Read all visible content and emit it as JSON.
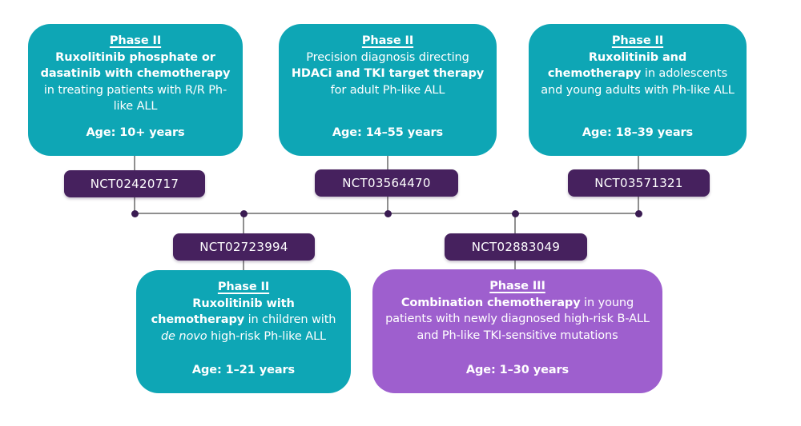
{
  "diagram": {
    "colors": {
      "teal": "#0ea6b5",
      "purple": "#9e5fce",
      "badge": "#46215e",
      "line": "#8f8f8f",
      "dot": "#3a1b52",
      "boxtext": "#ffffff",
      "bg": "#ffffff"
    },
    "trials": [
      {
        "phase": "Phase II",
        "body": [
          {
            "text": "Ruxolitinib phosphate or dasatinib with chemotherapy",
            "style": "bold"
          },
          {
            "text": " in treating patients with R/R Ph-like ALL",
            "style": "regular"
          }
        ],
        "age": "Age: 10+ years",
        "nct": "NCT02420717",
        "color": "teal"
      },
      {
        "phase": "Phase II",
        "body": [
          {
            "text": "Precision diagnosis directing ",
            "style": "regular"
          },
          {
            "text": "HDACi and TKI target therapy",
            "style": "bold"
          },
          {
            "text": " for adult Ph-like ALL",
            "style": "regular"
          }
        ],
        "age": "Age: 14–55 years",
        "nct": "NCT03564470",
        "color": "teal"
      },
      {
        "phase": "Phase II",
        "body": [
          {
            "text": "Ruxolitinib and",
            "style": "bold"
          },
          {
            "text": "chemotherapy",
            "style": "bold"
          },
          {
            "text": " in adolescents and young adults with Ph-like ALL",
            "style": "regular"
          }
        ],
        "age": "Age: 18–39 years",
        "nct": "NCT03571321",
        "color": "teal"
      },
      {
        "phase": "Phase II",
        "body": [
          {
            "text": "Ruxolitinib with",
            "style": "bold"
          },
          {
            "text": "chemotherapy",
            "style": "bold"
          },
          {
            "text": " in children with ",
            "style": "regular"
          },
          {
            "text": "de novo",
            "style": "italic"
          },
          {
            "text": " high-risk Ph-like ALL",
            "style": "regular"
          }
        ],
        "age": "Age: 1–21 years",
        "nct": "NCT02723994",
        "color": "teal"
      },
      {
        "phase": "Phase III",
        "body": [
          {
            "text": "Combination chemotherapy",
            "style": "bold"
          },
          {
            "text": " in young patients with newly diagnosed high-risk B-ALL and Ph-like TKI-sensitive mutations",
            "style": "regular"
          }
        ],
        "age": "Age: 1–30 years",
        "nct": "NCT02883049",
        "color": "purple"
      }
    ]
  }
}
